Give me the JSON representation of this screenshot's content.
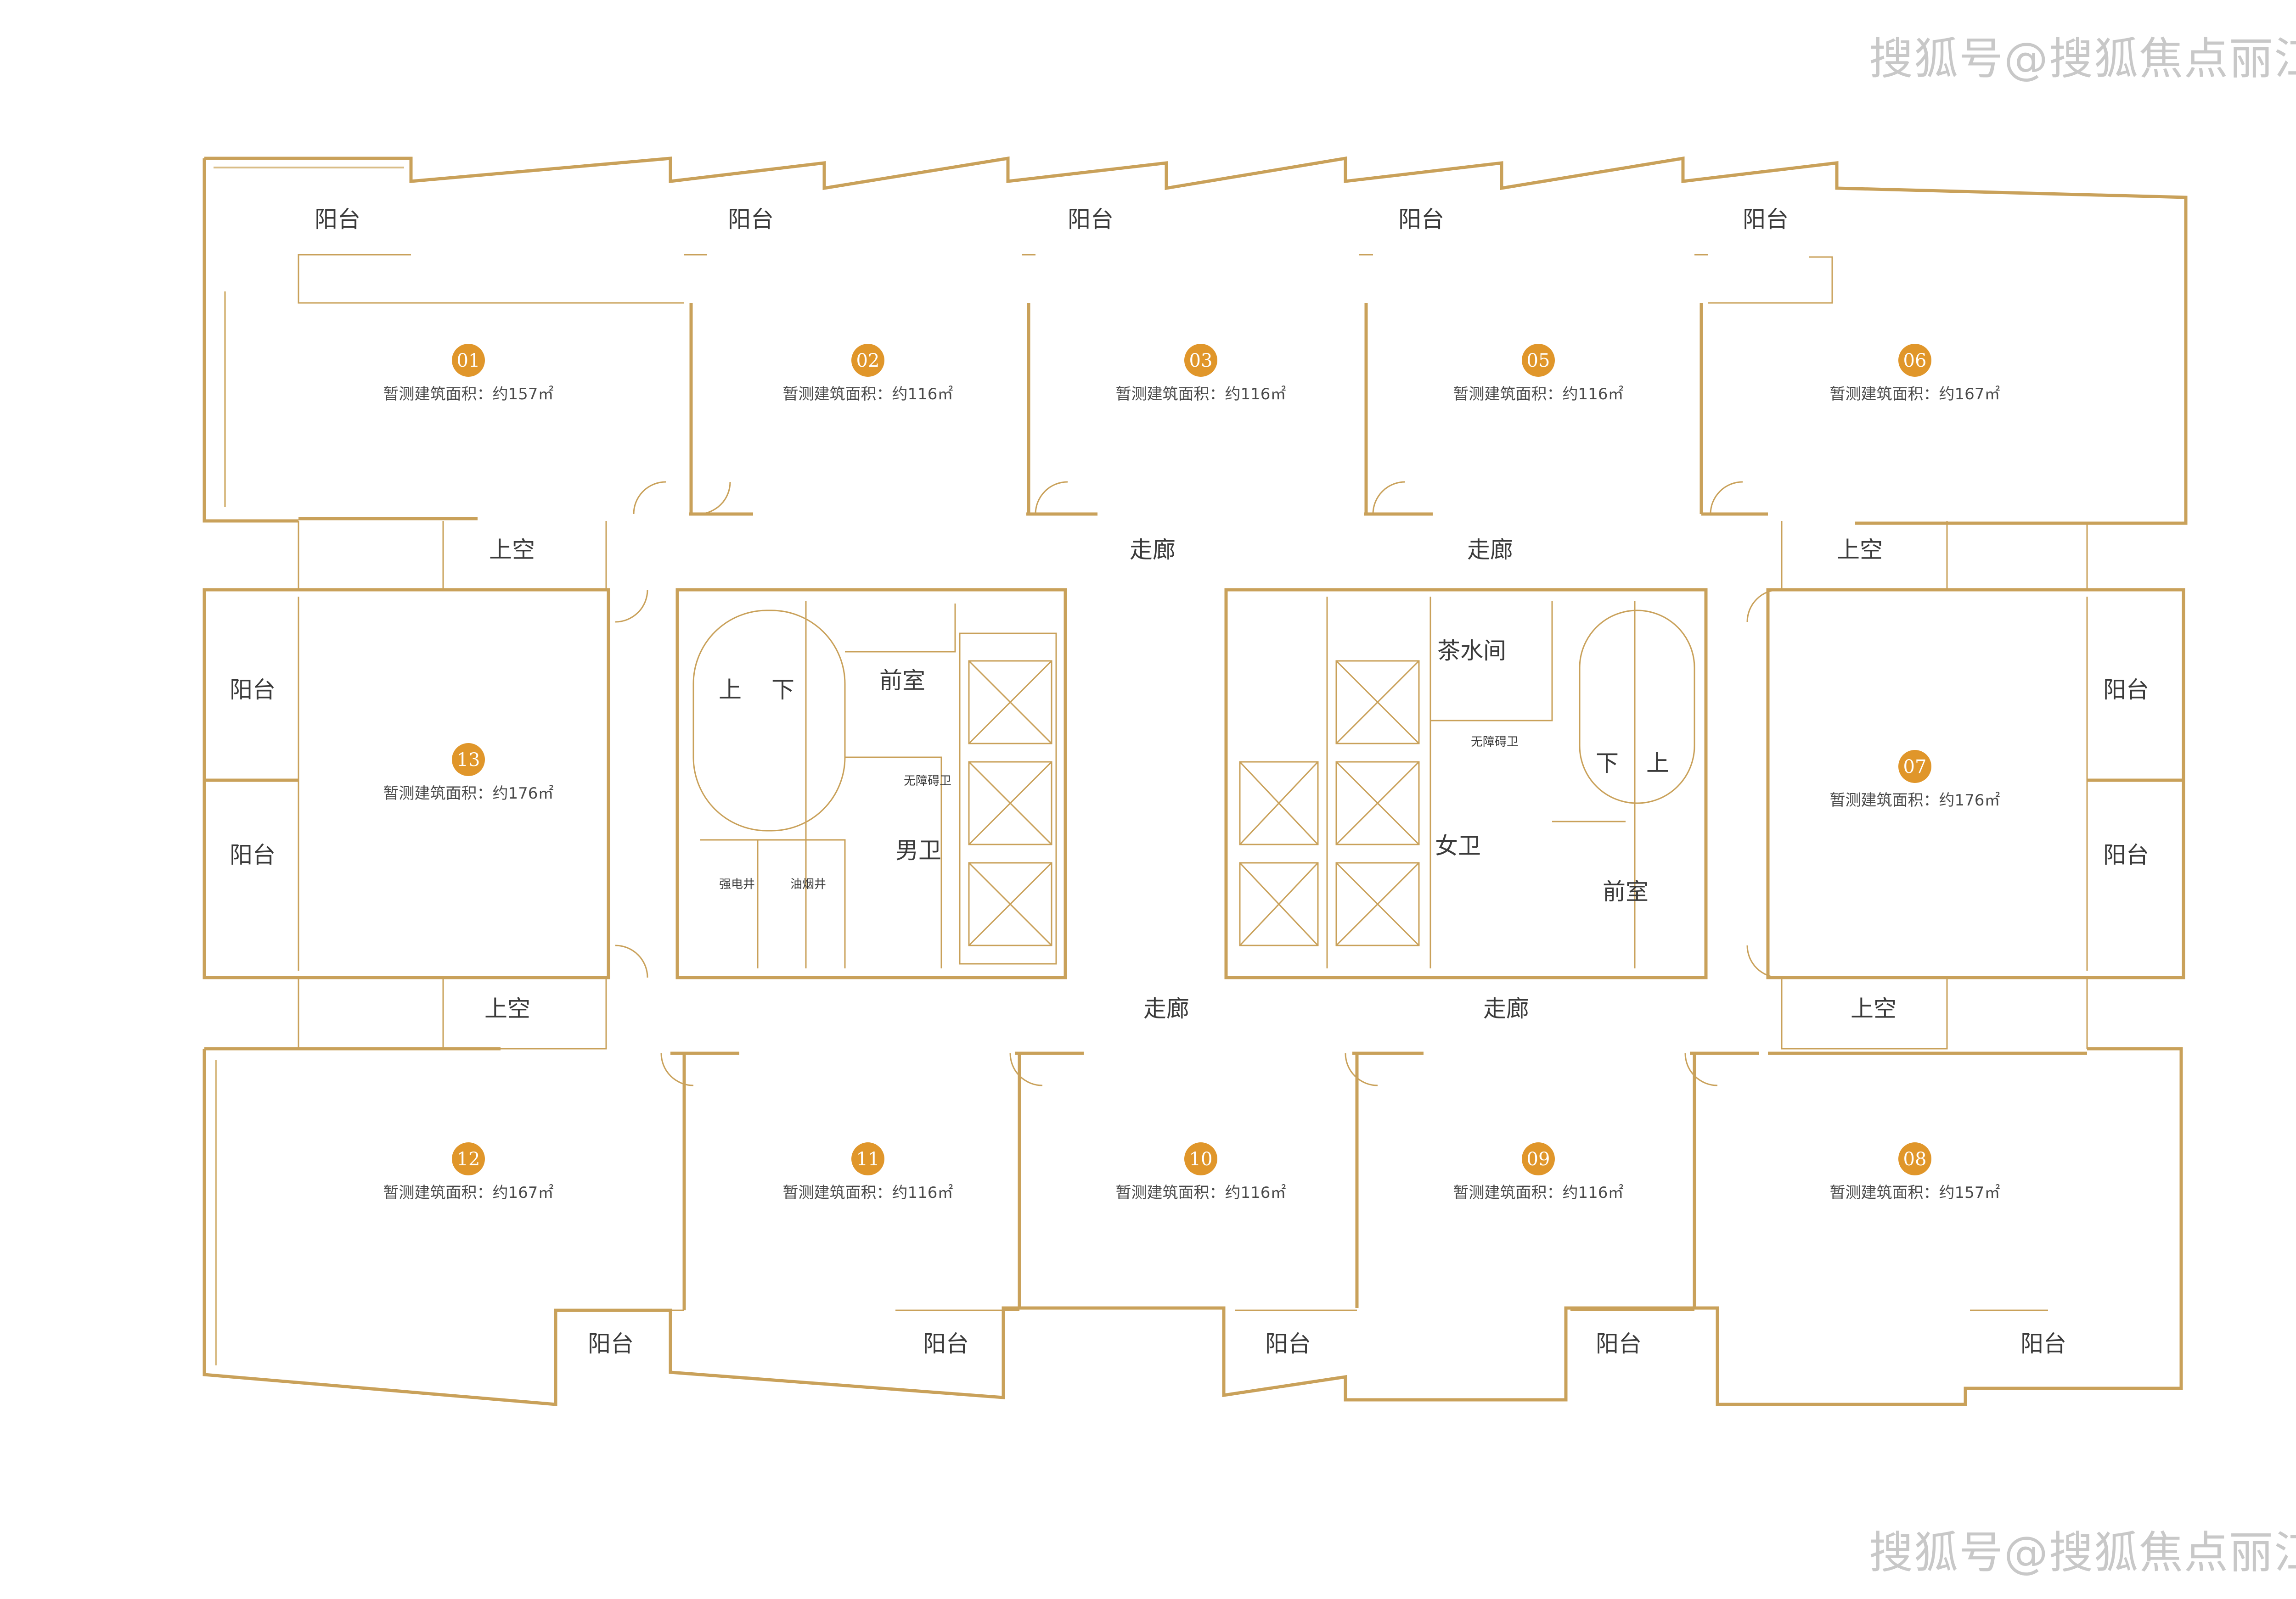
{
  "watermark": "搜狐号@搜狐焦点丽江站",
  "units": [
    {
      "no": "01",
      "area": "暂测建筑面积：约157㎡"
    },
    {
      "no": "02",
      "area": "暂测建筑面积：约116㎡"
    },
    {
      "no": "03",
      "area": "暂测建筑面积：约116㎡"
    },
    {
      "no": "05",
      "area": "暂测建筑面积：约116㎡"
    },
    {
      "no": "06",
      "area": "暂测建筑面积：约167㎡"
    },
    {
      "no": "07",
      "area": "暂测建筑面积：约176㎡"
    },
    {
      "no": "08",
      "area": "暂测建筑面积：约157㎡"
    },
    {
      "no": "09",
      "area": "暂测建筑面积：约116㎡"
    },
    {
      "no": "10",
      "area": "暂测建筑面积：约116㎡"
    },
    {
      "no": "11",
      "area": "暂测建筑面积：约116㎡"
    },
    {
      "no": "12",
      "area": "暂测建筑面积：约167㎡"
    },
    {
      "no": "13",
      "area": "暂测建筑面积：约176㎡"
    }
  ],
  "labels": {
    "balcony": "阳台",
    "void": "上空",
    "corridor": "走廊",
    "lobby": "前室",
    "men_wc": "男卫",
    "women_wc": "女卫",
    "accessible_wc": "无障碍卫",
    "tea_room": "茶水间",
    "up": "上",
    "down": "下",
    "power_shaft": "强电井",
    "smoke_shaft": "油烟井"
  },
  "colors": {
    "wall": "#c9a15a",
    "badge": "#e0962a",
    "text": "#3a3a3a",
    "watermark": "#c8c8c8"
  }
}
